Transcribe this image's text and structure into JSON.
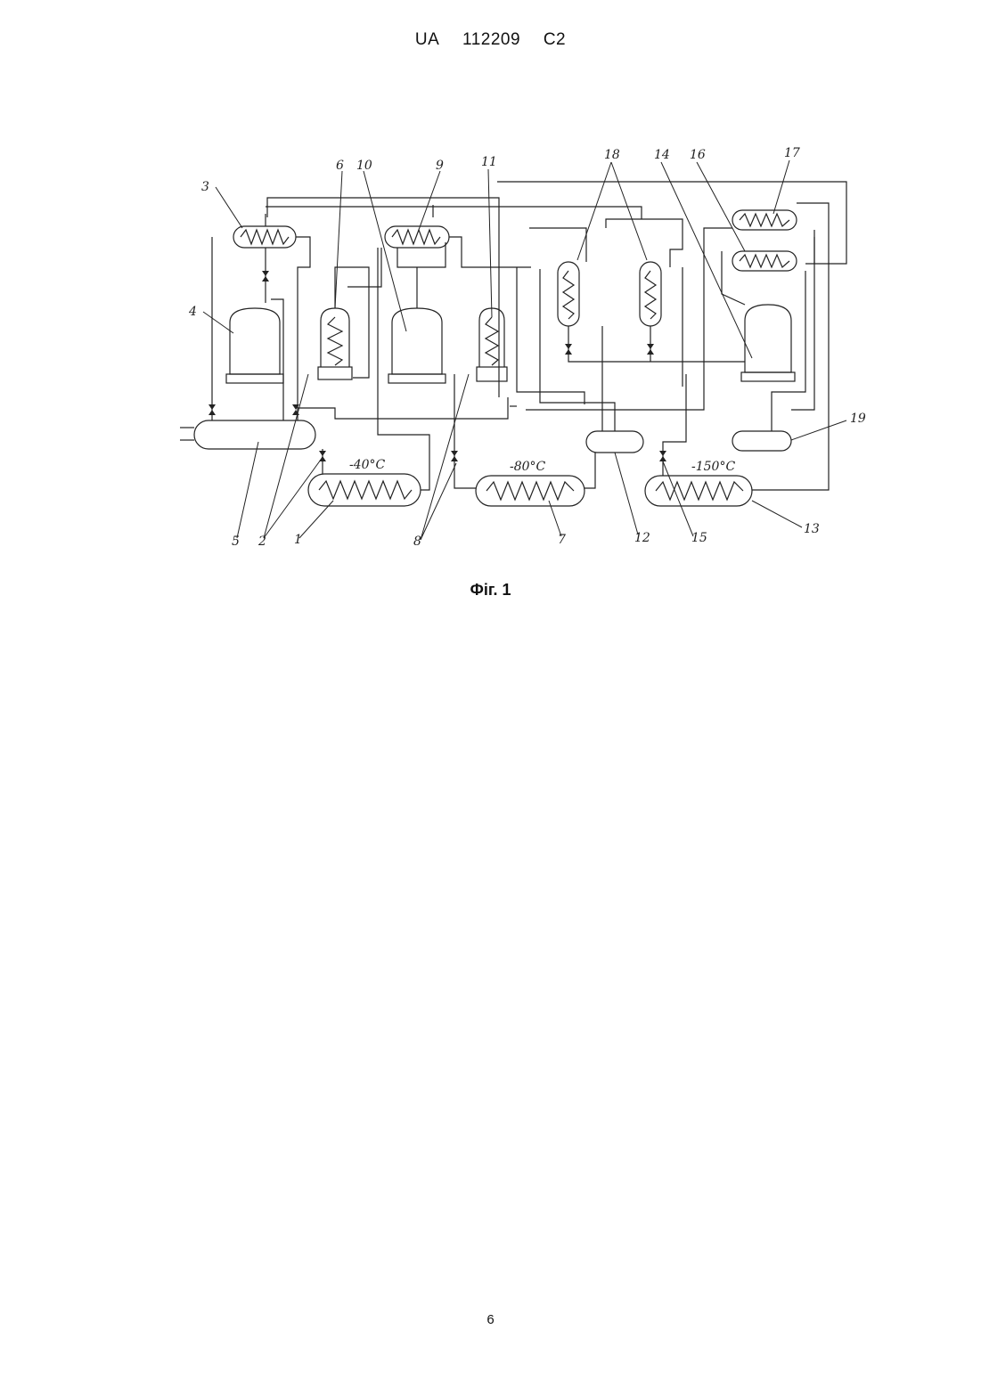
{
  "header": {
    "country": "UA",
    "number": "112209",
    "kind": "C2"
  },
  "figure": {
    "caption": "Фіг. 1",
    "temperatures": [
      "-40°C",
      "-80°C",
      "-150°C"
    ],
    "labels": [
      "1",
      "2",
      "3",
      "4",
      "5",
      "6",
      "7",
      "8",
      "9",
      "10",
      "11",
      "12",
      "13",
      "14",
      "15",
      "16",
      "17",
      "18",
      "19"
    ]
  },
  "footer": {
    "page_number": "6"
  }
}
